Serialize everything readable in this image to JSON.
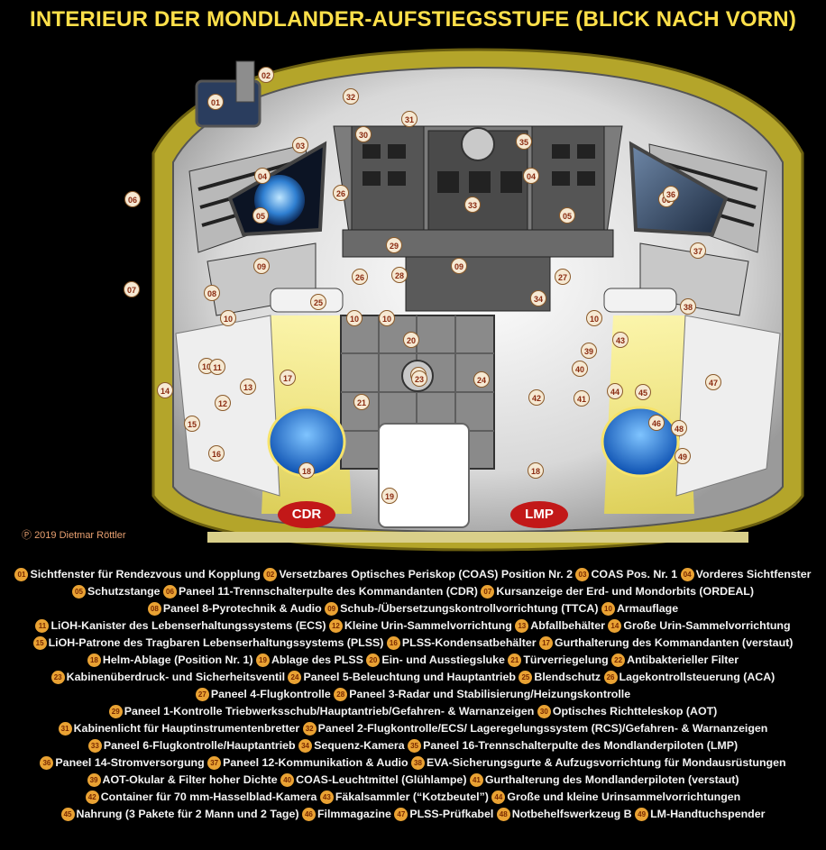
{
  "title": "INTERIEUR DER MONDLANDER-AUFSTIEGSSTUFE (BLICK NACH VORN)",
  "copyright": "2019 Dietmar Röttler",
  "seat_labels": {
    "cdr": "CDR",
    "lmp": "LMP"
  },
  "legend": [
    {
      "num": "01",
      "text": "Sichtfenster für Rendezvous und Kopplung"
    },
    {
      "num": "02",
      "text": "Versetzbares Optisches Periskop (COAS) Position Nr. 2"
    },
    {
      "num": "03",
      "text": "COAS Pos. Nr. 1"
    },
    {
      "num": "04",
      "text": "Vorderes Sichtfenster"
    },
    {
      "num": "05",
      "text": "Schutzstange"
    },
    {
      "num": "06",
      "text": "Paneel 11-Trennschalterpulte des Kommandanten (CDR)"
    },
    {
      "num": "07",
      "text": "Kursanzeige der Erd- und Mondorbits (ORDEAL)"
    },
    {
      "num": "08",
      "text": "Paneel 8-Pyrotechnik & Audio"
    },
    {
      "num": "09",
      "text": "Schub-/Übersetzungskontrollvorrichtung (TTCA)"
    },
    {
      "num": "10",
      "text": "Armauflage"
    },
    {
      "num": "11",
      "text": "LiOH-Kanister des Lebenserhaltungssystems (ECS)"
    },
    {
      "num": "12",
      "text": "Kleine Urin-Sammelvorrichtung"
    },
    {
      "num": "13",
      "text": "Abfallbehälter"
    },
    {
      "num": "14",
      "text": "Große Urin-Sammelvorrichtung"
    },
    {
      "num": "15",
      "text": "LiOH-Patrone des Tragbaren Lebenserhaltungssystems (PLSS)"
    },
    {
      "num": "16",
      "text": "PLSS-Kondensatbehälter"
    },
    {
      "num": "17",
      "text": "Gurthalterung des Kommandanten (verstaut)"
    },
    {
      "num": "18",
      "text": "Helm-Ablage (Position Nr. 1)"
    },
    {
      "num": "19",
      "text": "Ablage des PLSS"
    },
    {
      "num": "20",
      "text": "Ein- und Ausstiegsluke"
    },
    {
      "num": "21",
      "text": "Türverriegelung"
    },
    {
      "num": "22",
      "text": "Antibakterieller Filter"
    },
    {
      "num": "23",
      "text": "Kabinenüberdruck- und Sicherheitsventil"
    },
    {
      "num": "24",
      "text": "Paneel 5-Beleuchtung und Hauptantrieb"
    },
    {
      "num": "25",
      "text": "Blendschutz"
    },
    {
      "num": "26",
      "text": "Lagekontrollsteuerung (ACA)"
    },
    {
      "num": "27",
      "text": "Paneel 4-Flugkontrolle"
    },
    {
      "num": "28",
      "text": "Paneel 3-Radar und Stabilisierung/Heizungskontrolle"
    },
    {
      "num": "29",
      "text": "Paneel 1-Kontrolle Triebwerksschub/Hauptantrieb/Gefahren- & Warnanzeigen"
    },
    {
      "num": "30",
      "text": "Optisches Richtteleskop (AOT)"
    },
    {
      "num": "31",
      "text": "Kabinenlicht für Hauptinstrumentenbretter"
    },
    {
      "num": "32",
      "text": "Paneel 2-Flugkontrolle/ECS/ Lageregelungssystem (RCS)/Gefahren- & Warnanzeigen"
    },
    {
      "num": "33",
      "text": "Paneel 6-Flugkontrolle/Hauptantrieb"
    },
    {
      "num": "34",
      "text": "Sequenz-Kamera"
    },
    {
      "num": "35",
      "text": "Paneel 16-Trennschalterpulte des Mondlanderpiloten (LMP)"
    },
    {
      "num": "36",
      "text": "Paneel 14-Stromversorgung"
    },
    {
      "num": "37",
      "text": "Paneel 12-Kommunikation & Audio"
    },
    {
      "num": "38",
      "text": "EVA-Sicherungsgurte & Aufzugsvorrichtung für Mondausrüstungen"
    },
    {
      "num": "39",
      "text": "AOT-Okular & Filter hoher Dichte"
    },
    {
      "num": "40",
      "text": "COAS-Leuchtmittel (Glühlampe)"
    },
    {
      "num": "41",
      "text": "Gurthalterung des Mondlanderpiloten (verstaut)"
    },
    {
      "num": "42",
      "text": "Container für 70 mm-Hasselblad-Kamera"
    },
    {
      "num": "43",
      "text": "Fäkalsammler (“Kotzbeutel”)"
    },
    {
      "num": "44",
      "text": "Große und kleine Urinsammelvorrichtungen"
    },
    {
      "num": "45",
      "text": "Nahrung (3 Pakete für 2 Mann und 2 Tage)"
    },
    {
      "num": "46",
      "text": "Filmmagazine"
    },
    {
      "num": "47",
      "text": "PLSS-Prüfkabel"
    },
    {
      "num": "48",
      "text": "Notbehelfswerkzeug B"
    },
    {
      "num": "49",
      "text": "LM-Handtuchspender"
    }
  ],
  "callouts": [
    "01",
    "02",
    "03",
    "04",
    "04",
    "05",
    "05",
    "06",
    "06",
    "07",
    "08",
    "09",
    "09",
    "10",
    "10",
    "10",
    "10",
    "10",
    "11",
    "12",
    "13",
    "14",
    "15",
    "16",
    "17",
    "18",
    "18",
    "19",
    "20",
    "21",
    "22",
    "23",
    "24",
    "25",
    "26",
    "26",
    "27",
    "28",
    "29",
    "30",
    "31",
    "32",
    "33",
    "34",
    "35",
    "36",
    "37",
    "38",
    "39",
    "40",
    "41",
    "42",
    "43",
    "44",
    "45",
    "46",
    "47",
    "48",
    "49"
  ],
  "colors": {
    "title": "#ffe04a",
    "hull": "#b4a52a",
    "floor": "#f5eeaa",
    "helmet": "#1a6bd6",
    "badge": "#e9a233",
    "seat_label_bg": "#c21818"
  }
}
